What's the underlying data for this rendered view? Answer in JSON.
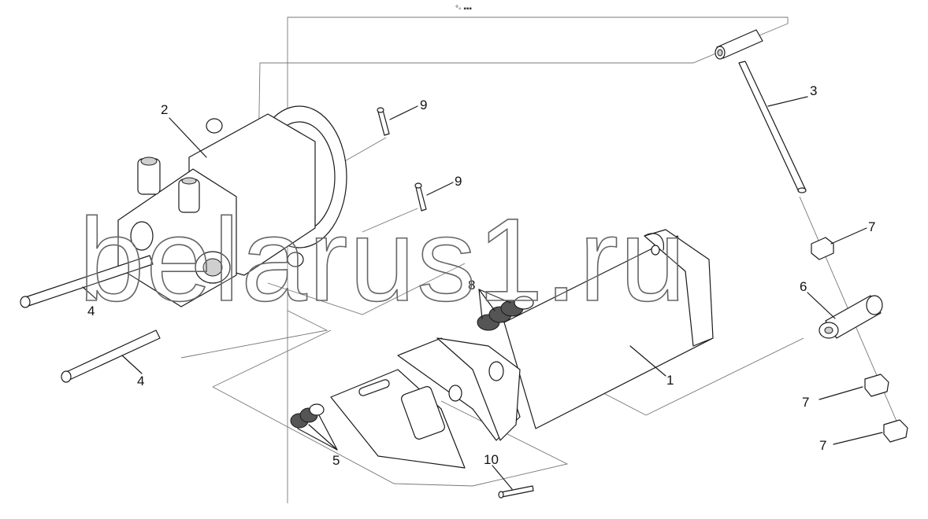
{
  "top_mark": "°◦ ▪▪▪",
  "watermark": "belarus1.ru",
  "callouts": {
    "c1": "1",
    "c2": "2",
    "c3": "3",
    "c4a": "4",
    "c4b": "4",
    "c5": "5",
    "c6": "6",
    "c7a": "7",
    "c7b": "7",
    "c7c": "7",
    "c8": "8",
    "c9a": "9",
    "c9b": "9",
    "c10": "10"
  }
}
